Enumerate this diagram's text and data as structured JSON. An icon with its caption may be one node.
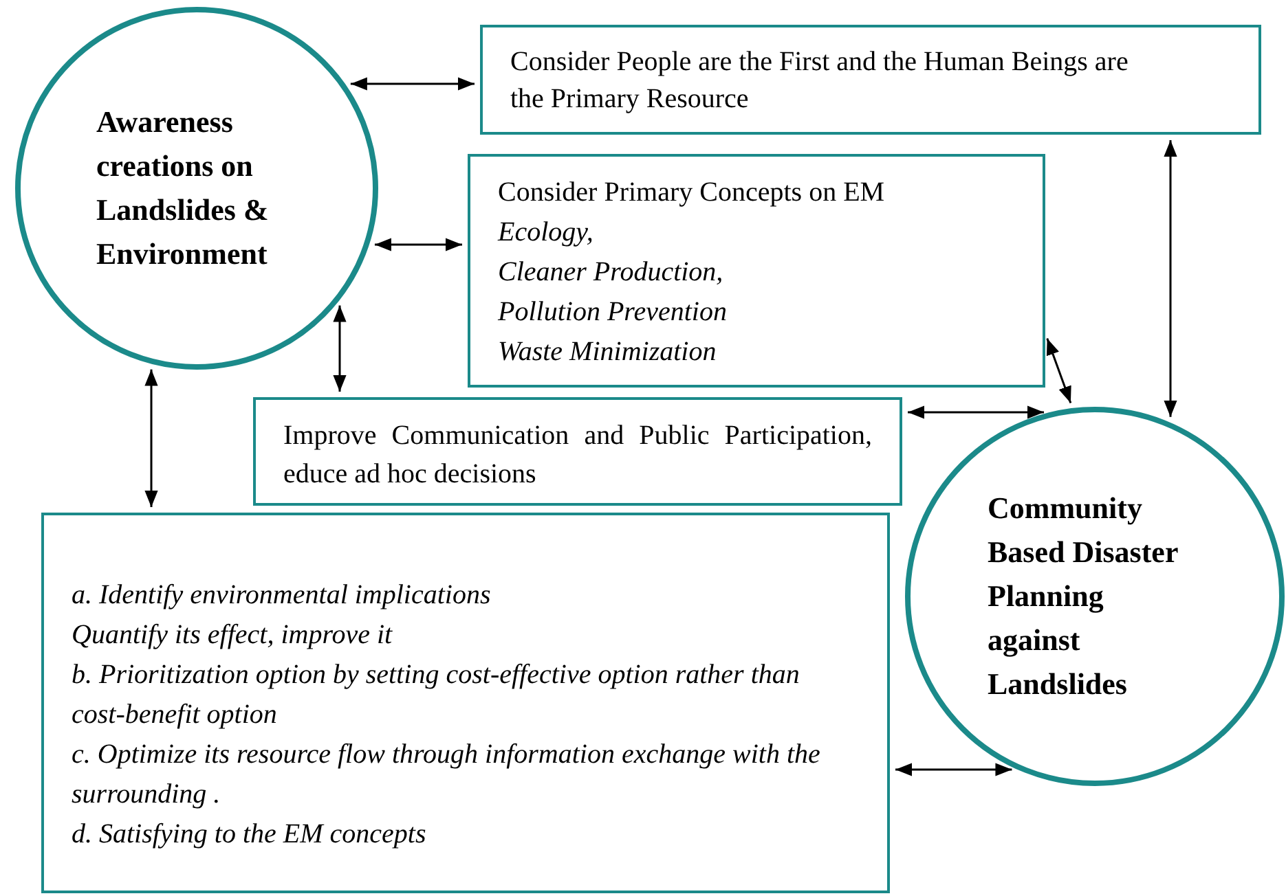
{
  "diagram": {
    "nodes": [
      {
        "text": [
          "Awareness creations on Landslides & Environment"
        ]
      },
      {
        "text": [
          "Consider People are the First and the Human Beings are the Primary Resource"
        ]
      },
      {
        "text": [
          "Consider Primary Concepts on EM",
          "Ecology,",
          "Cleaner Production,",
          "Pollution Prevention",
          "Waste Minimization"
        ]
      },
      {
        "text": [
          "Improve Communication and Public Participation, educe ad hoc decisions"
        ]
      },
      {
        "text": [
          "a. Identify environmental implications",
          "Quantify its effect, improve it",
          "b. Prioritization option by setting cost-effective option rather than cost-benefit option",
          "c. Optimize its resource flow through information exchange with the surrounding .",
          "d. Satisfying to the EM  concepts"
        ]
      },
      {
        "text": [
          "Community Based Disaster Planning against Landslides"
        ]
      }
    ],
    "edges": [
      {
        "from": 0,
        "to": 1,
        "arrow": "both"
      },
      {
        "from": 0,
        "to": 2,
        "arrow": "both"
      },
      {
        "from": 0,
        "to": 3,
        "arrow": "both"
      },
      {
        "from": 0,
        "to": 4,
        "arrow": "both"
      },
      {
        "from": 3,
        "to": 5,
        "arrow": "both"
      },
      {
        "from": 1,
        "to": 5,
        "arrow": "both"
      },
      {
        "from": 2,
        "to": 5,
        "arrow": "both"
      },
      {
        "from": 4,
        "to": 5,
        "arrow": "both"
      }
    ]
  }
}
